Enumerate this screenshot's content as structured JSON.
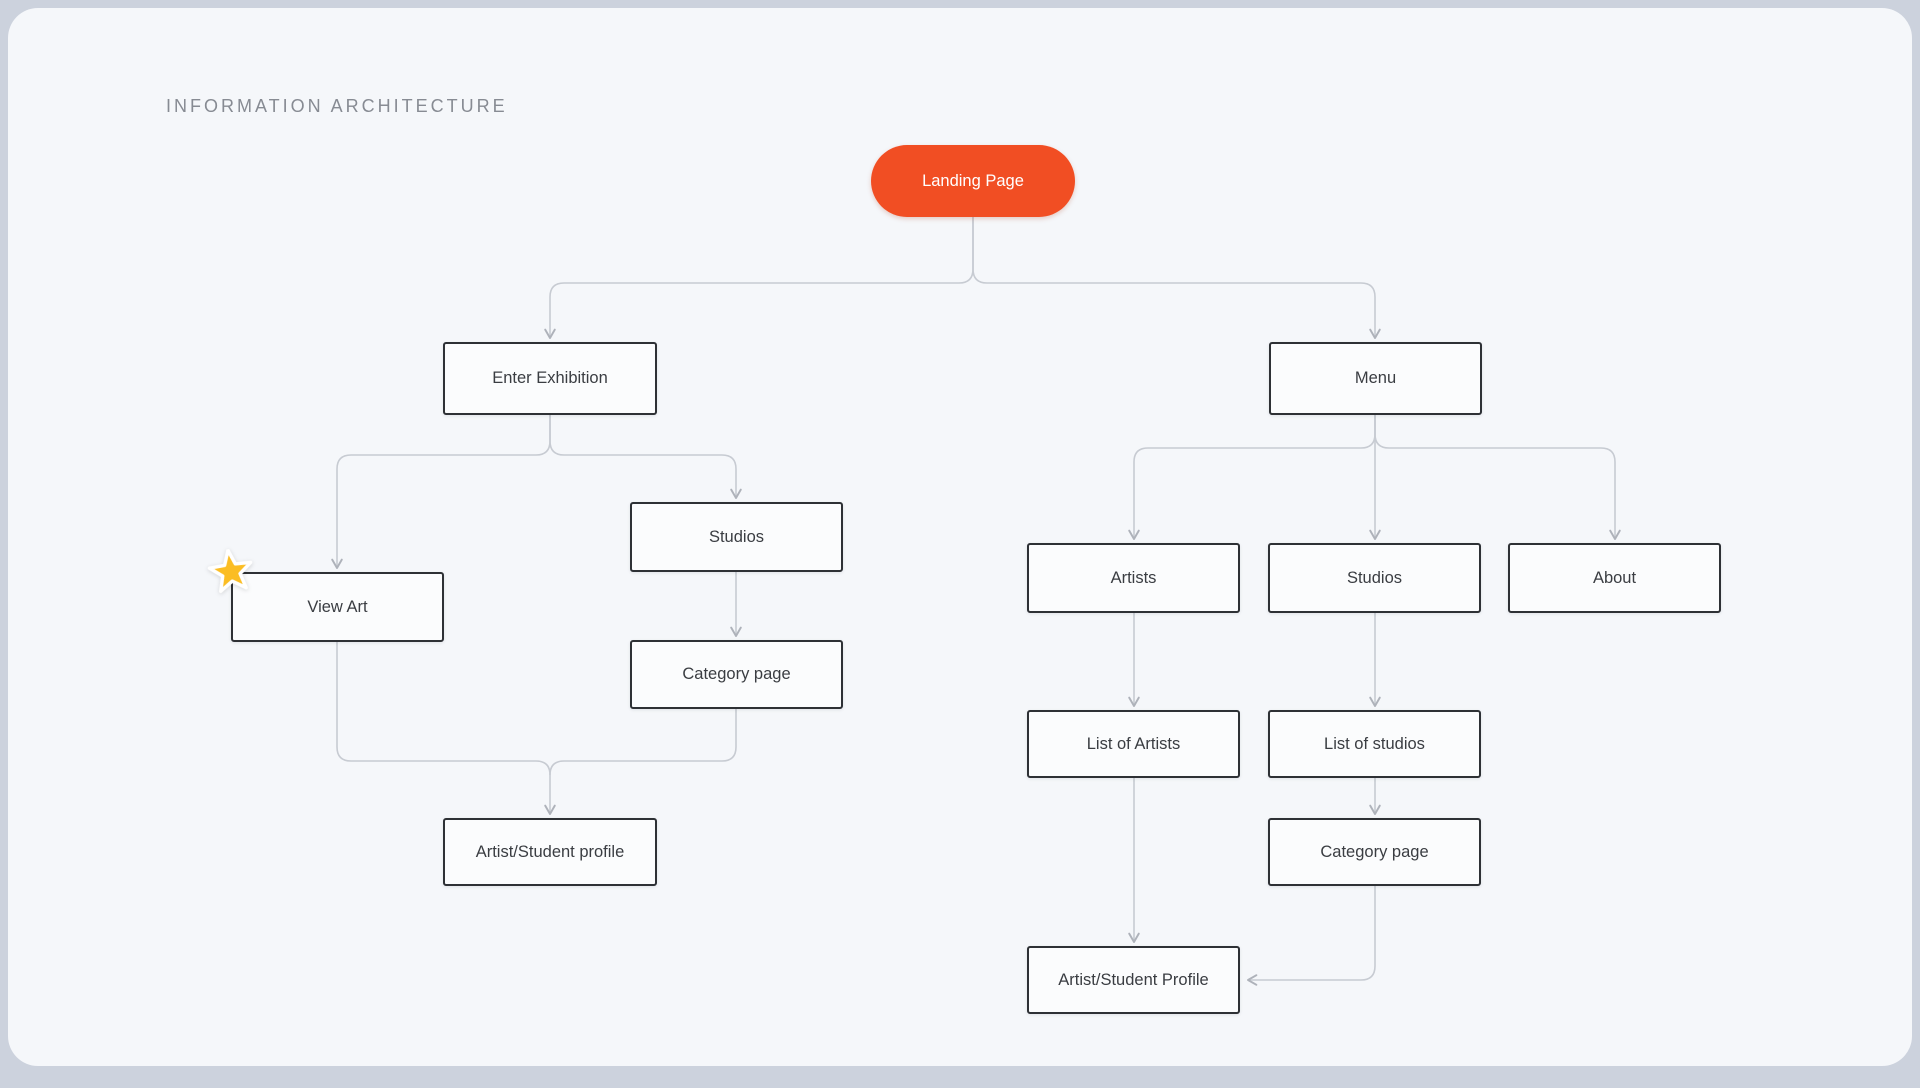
{
  "title": "INFORMATION ARCHITECTURE",
  "colors": {
    "accent_orange": "#F14E23",
    "star_yellow": "#FBBD23",
    "connector_gray": "#C7CBD2",
    "node_border": "#2E3135",
    "canvas_bg": "#F5F7FA",
    "outer_bg": "#CCD2DD"
  },
  "nodes": {
    "landing": {
      "label": "Landing Page"
    },
    "enter_exhibition": {
      "label": "Enter Exhibition"
    },
    "menu": {
      "label": "Menu"
    },
    "studios_exhibition": {
      "label": "Studios"
    },
    "view_art": {
      "label": "View Art"
    },
    "category_exhibition": {
      "label": "Category page"
    },
    "artist_profile_exhibition": {
      "label": "Artist/Student profile"
    },
    "artists": {
      "label": "Artists"
    },
    "studios_menu": {
      "label": "Studios"
    },
    "about": {
      "label": "About"
    },
    "list_of_artists": {
      "label": "List of Artists"
    },
    "list_of_studios": {
      "label": "List of studios"
    },
    "category_menu": {
      "label": "Category page"
    },
    "artist_profile_menu": {
      "label": "Artist/Student Profile"
    }
  },
  "edges": [
    {
      "from": "landing",
      "to": "enter_exhibition"
    },
    {
      "from": "landing",
      "to": "menu"
    },
    {
      "from": "enter_exhibition",
      "to": "view_art"
    },
    {
      "from": "enter_exhibition",
      "to": "studios_exhibition"
    },
    {
      "from": "studios_exhibition",
      "to": "category_exhibition"
    },
    {
      "from": "view_art",
      "to": "artist_profile_exhibition"
    },
    {
      "from": "category_exhibition",
      "to": "artist_profile_exhibition"
    },
    {
      "from": "menu",
      "to": "artists"
    },
    {
      "from": "menu",
      "to": "studios_menu"
    },
    {
      "from": "menu",
      "to": "about"
    },
    {
      "from": "artists",
      "to": "list_of_artists"
    },
    {
      "from": "studios_menu",
      "to": "list_of_studios"
    },
    {
      "from": "list_of_studios",
      "to": "category_menu"
    },
    {
      "from": "list_of_artists",
      "to": "artist_profile_menu"
    },
    {
      "from": "category_menu",
      "to": "artist_profile_menu"
    }
  ]
}
